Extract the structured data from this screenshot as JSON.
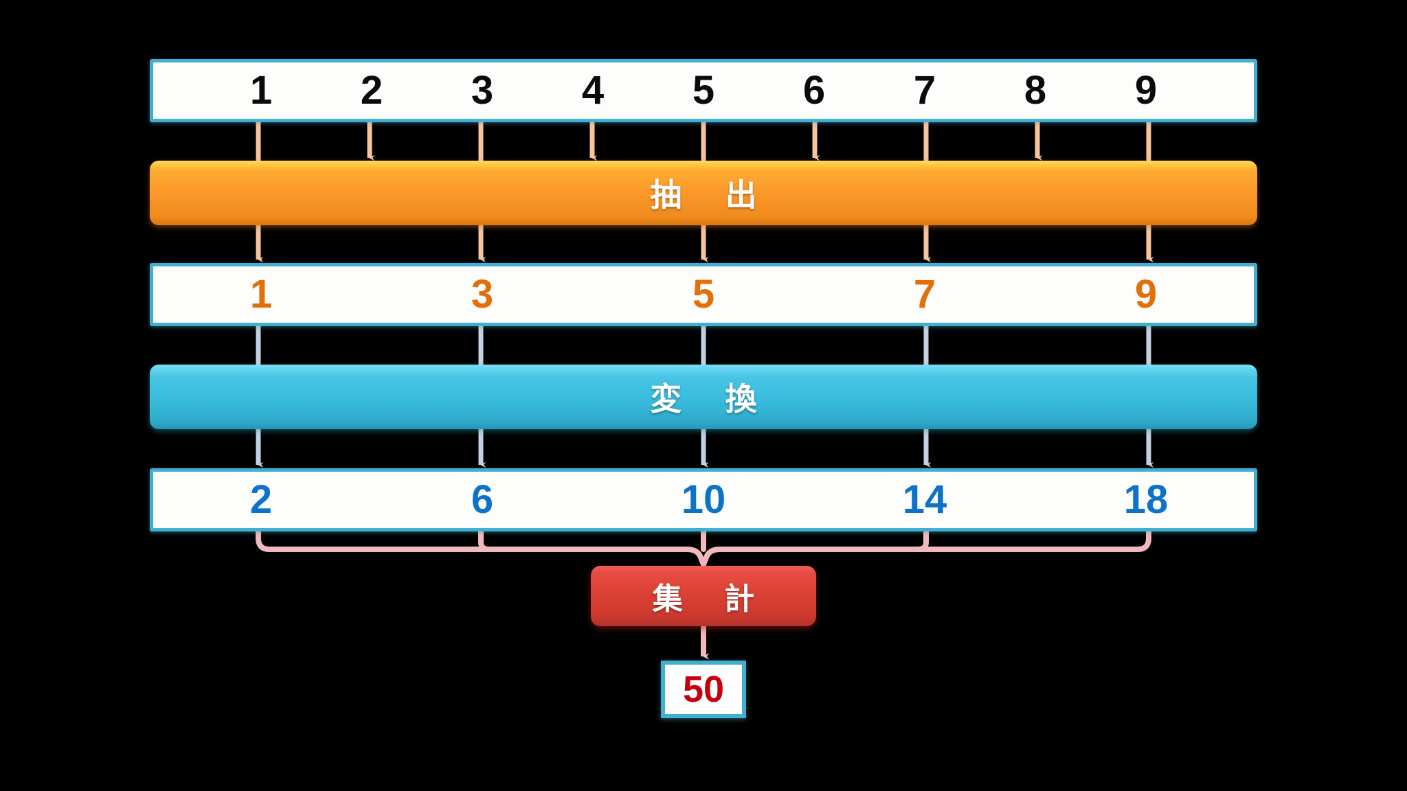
{
  "diagram": {
    "title_visible": false,
    "background_color": "#000000",
    "accent_border_color": "#3fb0d0",
    "extract_bar_color": "#fb982a",
    "convert_bar_color": "#38bcdd",
    "aggregate_bar_color": "#dc4035",
    "input_number_color": "#0a0a0a",
    "extracted_number_color": "#e2700a",
    "converted_number_color": "#0d72c9",
    "result_number_color": "#c3000e",
    "orange_connector_color": "#f7c49c",
    "blue_connector_color": "#c3d2e3",
    "pink_connector_color": "#f0b9bb"
  },
  "rows": {
    "input": {
      "name": "input-values",
      "values": [
        "1",
        "2",
        "3",
        "4",
        "5",
        "6",
        "7",
        "8",
        "9"
      ]
    },
    "extracted": {
      "name": "extracted-values",
      "values": [
        "1",
        "3",
        "5",
        "7",
        "9"
      ]
    },
    "converted": {
      "name": "converted-values",
      "values": [
        "2",
        "6",
        "10",
        "14",
        "18"
      ]
    }
  },
  "bars": {
    "extract": {
      "label": "抽 出"
    },
    "convert": {
      "label": "変 換"
    },
    "aggregate": {
      "label": "集 計"
    }
  },
  "result": {
    "label": "50"
  }
}
